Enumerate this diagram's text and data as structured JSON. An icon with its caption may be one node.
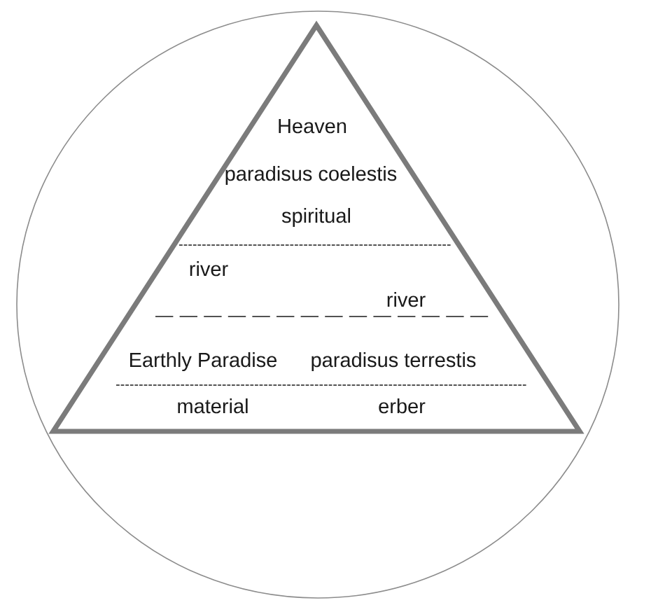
{
  "diagram": {
    "nodes": [
      {
        "text": [],
        "shape": "circle"
      },
      {
        "text": [
          "Heaven",
          "paradisus coelestis",
          "spiritual",
          "river",
          "river",
          "Earthly Paradise",
          "paradisus terrestis",
          "material",
          "erber"
        ],
        "in": 0
      }
    ],
    "edges": []
  }
}
